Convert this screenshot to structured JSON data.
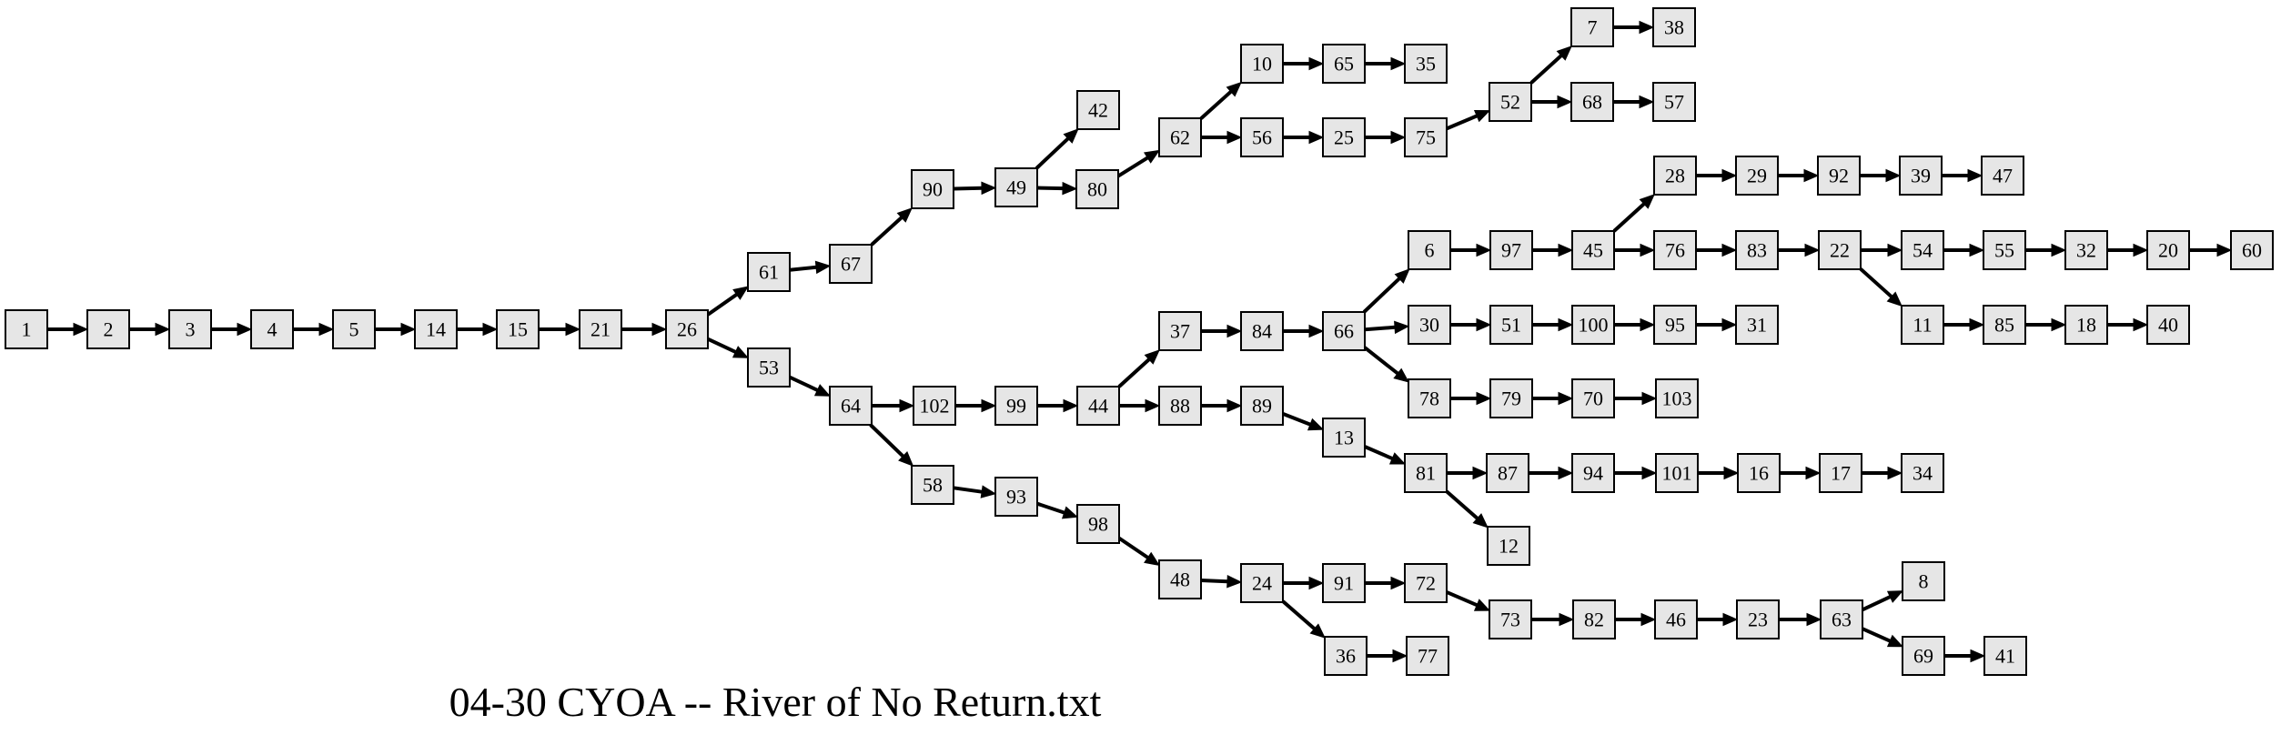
{
  "title": "04-30 CYOA -- River of No Return.txt",
  "colors": {
    "node_fill": "#e6e6e6",
    "node_stroke": "#000000",
    "edge": "#000000",
    "background": "#ffffff"
  },
  "nodes": [
    "1",
    "2",
    "3",
    "4",
    "5",
    "14",
    "15",
    "21",
    "26",
    "61",
    "67",
    "90",
    "49",
    "42",
    "80",
    "62",
    "10",
    "65",
    "35",
    "56",
    "25",
    "75",
    "52",
    "7",
    "38",
    "68",
    "57",
    "53",
    "64",
    "102",
    "99",
    "44",
    "37",
    "84",
    "66",
    "6",
    "97",
    "45",
    "28",
    "29",
    "92",
    "39",
    "47",
    "76",
    "83",
    "22",
    "54",
    "55",
    "32",
    "20",
    "60",
    "11",
    "85",
    "18",
    "40",
    "30",
    "51",
    "100",
    "95",
    "31",
    "78",
    "79",
    "70",
    "103",
    "88",
    "89",
    "13",
    "81",
    "87",
    "94",
    "101",
    "16",
    "17",
    "34",
    "12",
    "58",
    "93",
    "98",
    "48",
    "24",
    "91",
    "72",
    "73",
    "82",
    "46",
    "23",
    "63",
    "8",
    "69",
    "41",
    "36",
    "77"
  ],
  "edges": [
    [
      "1",
      "2"
    ],
    [
      "2",
      "3"
    ],
    [
      "3",
      "4"
    ],
    [
      "4",
      "5"
    ],
    [
      "5",
      "14"
    ],
    [
      "14",
      "15"
    ],
    [
      "15",
      "21"
    ],
    [
      "21",
      "26"
    ],
    [
      "26",
      "61"
    ],
    [
      "26",
      "53"
    ],
    [
      "61",
      "67"
    ],
    [
      "67",
      "90"
    ],
    [
      "90",
      "49"
    ],
    [
      "49",
      "42"
    ],
    [
      "49",
      "80"
    ],
    [
      "80",
      "62"
    ],
    [
      "62",
      "10"
    ],
    [
      "62",
      "56"
    ],
    [
      "10",
      "65"
    ],
    [
      "65",
      "35"
    ],
    [
      "56",
      "25"
    ],
    [
      "25",
      "75"
    ],
    [
      "75",
      "52"
    ],
    [
      "52",
      "7"
    ],
    [
      "52",
      "68"
    ],
    [
      "7",
      "38"
    ],
    [
      "68",
      "57"
    ],
    [
      "53",
      "64"
    ],
    [
      "64",
      "102"
    ],
    [
      "64",
      "58"
    ],
    [
      "102",
      "99"
    ],
    [
      "99",
      "44"
    ],
    [
      "44",
      "37"
    ],
    [
      "44",
      "88"
    ],
    [
      "37",
      "84"
    ],
    [
      "84",
      "66"
    ],
    [
      "66",
      "6"
    ],
    [
      "66",
      "30"
    ],
    [
      "66",
      "78"
    ],
    [
      "6",
      "97"
    ],
    [
      "97",
      "45"
    ],
    [
      "45",
      "28"
    ],
    [
      "45",
      "76"
    ],
    [
      "28",
      "29"
    ],
    [
      "29",
      "92"
    ],
    [
      "92",
      "39"
    ],
    [
      "39",
      "47"
    ],
    [
      "76",
      "83"
    ],
    [
      "83",
      "22"
    ],
    [
      "22",
      "54"
    ],
    [
      "22",
      "11"
    ],
    [
      "54",
      "55"
    ],
    [
      "55",
      "32"
    ],
    [
      "32",
      "20"
    ],
    [
      "20",
      "60"
    ],
    [
      "11",
      "85"
    ],
    [
      "85",
      "18"
    ],
    [
      "18",
      "40"
    ],
    [
      "30",
      "51"
    ],
    [
      "51",
      "100"
    ],
    [
      "100",
      "95"
    ],
    [
      "95",
      "31"
    ],
    [
      "78",
      "79"
    ],
    [
      "79",
      "70"
    ],
    [
      "70",
      "103"
    ],
    [
      "88",
      "89"
    ],
    [
      "89",
      "13"
    ],
    [
      "13",
      "81"
    ],
    [
      "81",
      "87"
    ],
    [
      "81",
      "12"
    ],
    [
      "87",
      "94"
    ],
    [
      "94",
      "101"
    ],
    [
      "101",
      "16"
    ],
    [
      "16",
      "17"
    ],
    [
      "17",
      "34"
    ],
    [
      "58",
      "93"
    ],
    [
      "93",
      "98"
    ],
    [
      "98",
      "48"
    ],
    [
      "48",
      "24"
    ],
    [
      "24",
      "91"
    ],
    [
      "24",
      "36"
    ],
    [
      "91",
      "72"
    ],
    [
      "72",
      "73"
    ],
    [
      "73",
      "82"
    ],
    [
      "82",
      "46"
    ],
    [
      "46",
      "23"
    ],
    [
      "23",
      "63"
    ],
    [
      "63",
      "8"
    ],
    [
      "63",
      "69"
    ],
    [
      "69",
      "41"
    ],
    [
      "36",
      "77"
    ]
  ]
}
